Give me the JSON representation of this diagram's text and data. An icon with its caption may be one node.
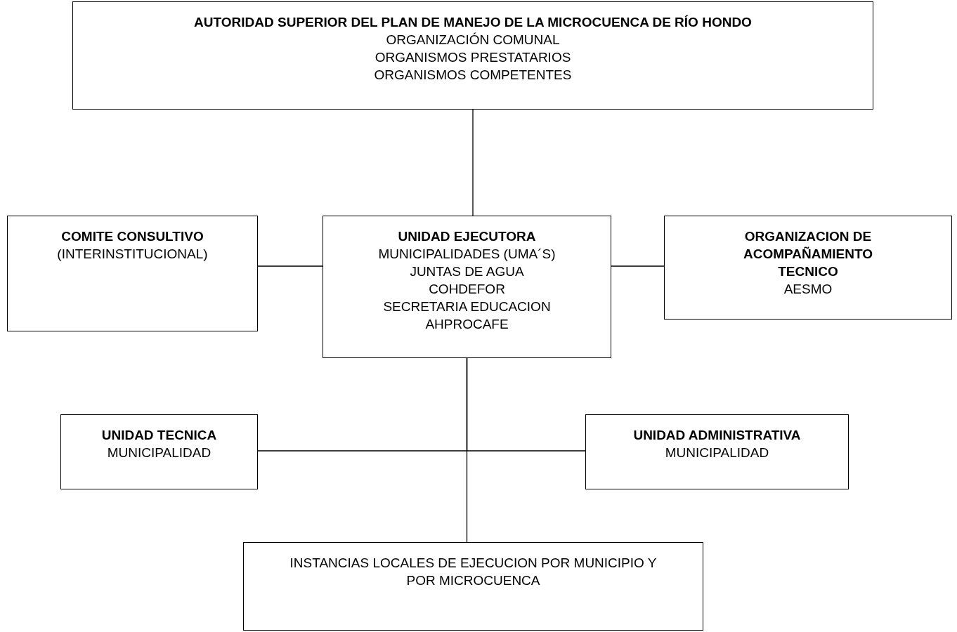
{
  "diagram": {
    "nodes": [
      {
        "text": [
          "AUTORIDAD SUPERIOR DEL PLAN DE MANEJO DE LA MICROCUENCA DE RÍO HONDO",
          "ORGANIZACIÓN COMUNAL",
          "ORGANISMOS PRESTATARIOS",
          "ORGANISMOS COMPETENTES"
        ]
      },
      {
        "text": [
          "COMITE CONSULTIVO",
          "(INTERINSTITUCIONAL)"
        ]
      },
      {
        "text": [
          "UNIDAD EJECUTORA",
          "MUNICIPALIDADES (UMA´S)",
          "JUNTAS DE AGUA",
          "COHDEFOR",
          "SECRETARIA EDUCACION",
          "AHPROCAFE"
        ]
      },
      {
        "text": [
          "ORGANIZACION DE ACOMPAÑAMIENTO TECNICO",
          "AESMO"
        ]
      },
      {
        "text": [
          "UNIDAD TECNICA",
          "MUNICIPALIDAD"
        ]
      },
      {
        "text": [
          "UNIDAD ADMINISTRATIVA",
          "MUNICIPALIDAD"
        ]
      },
      {
        "text": [
          "INSTANCIAS LOCALES DE EJECUCION POR MUNICIPIO Y POR MICROCUENCA"
        ]
      }
    ],
    "edges": [
      {
        "from": 0,
        "to": 2,
        "arrow": "none"
      },
      {
        "from": 1,
        "to": 2,
        "arrow": "none"
      },
      {
        "from": 2,
        "to": 3,
        "arrow": "none"
      },
      {
        "from": 2,
        "to": 4,
        "arrow": "none"
      },
      {
        "from": 2,
        "to": 5,
        "arrow": "none"
      },
      {
        "from": 2,
        "to": 6,
        "arrow": "none"
      }
    ]
  }
}
